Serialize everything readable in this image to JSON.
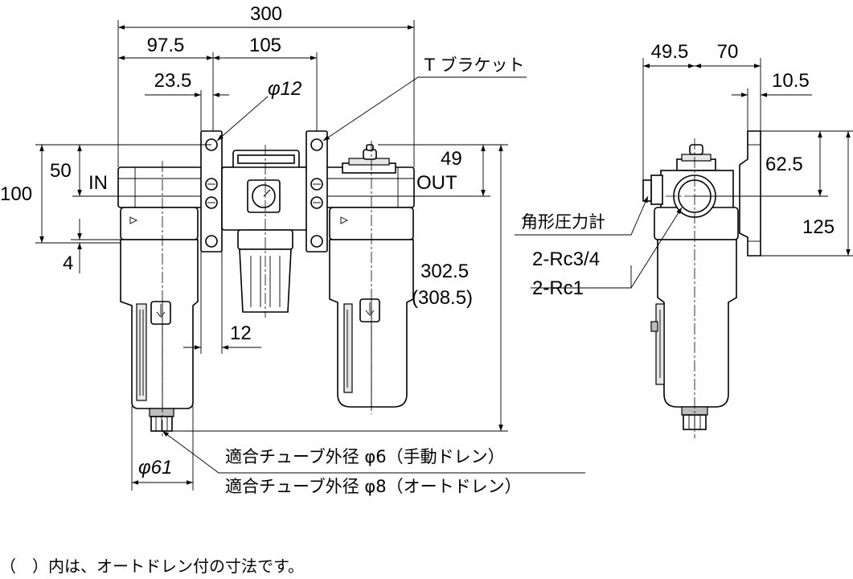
{
  "front_view": {
    "dim_total_width": "300",
    "dim_left_width": "97.5",
    "dim_mid_width": "105",
    "dim_bracket_offset": "23.5",
    "dim_phi12": "φ12",
    "dim_height_100": "100",
    "dim_height_50": "50",
    "dim_height_4": "4",
    "dim_height_49": "49",
    "dim_gap_12": "12",
    "dim_height_302_5": "302.5",
    "dim_height_308_5": "(308.5)",
    "dim_phi61": "φ61",
    "label_in": "IN",
    "label_out": "OUT",
    "label_t_bracket": "T ブラケット",
    "label_tube_manual": "適合チューブ外径 φ6（手動ドレン）",
    "label_tube_auto": "適合チューブ外径 φ8（オートドレン）"
  },
  "side_view": {
    "dim_49_5": "49.5",
    "dim_70": "70",
    "dim_10_5": "10.5",
    "dim_62_5": "62.5",
    "dim_125": "125",
    "label_gauge": "角形圧力計",
    "label_port_rc34": "2-Rc3/4",
    "label_port_rc1": "2-Rc1"
  },
  "footnote": "（　）内は、オートドレン付の寸法です。"
}
